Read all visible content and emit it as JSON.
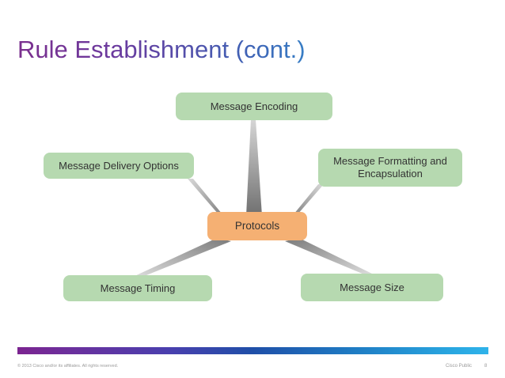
{
  "slide": {
    "title": "Rule Establishment (cont.)",
    "title_gradient_from": "#7b2f8e",
    "title_gradient_to": "#3aa6e0",
    "background": "#ffffff"
  },
  "diagram": {
    "type": "radial-hub-and-spoke",
    "center": {
      "label": "Protocols",
      "color": "#f5b073"
    },
    "node_color": "#b6d9b0",
    "connector_color": "#9a9a9a",
    "nodes": [
      {
        "id": "encoding",
        "label": "Message Encoding"
      },
      {
        "id": "delivery",
        "label": "Message Delivery Options"
      },
      {
        "id": "formatting",
        "label": "Message Formatting and Encapsulation"
      },
      {
        "id": "timing",
        "label": "Message Timing"
      },
      {
        "id": "size",
        "label": "Message Size"
      }
    ]
  },
  "footer": {
    "copyright": "© 2013 Cisco and/or its affiliates. All rights reserved.",
    "confidentiality": "Cisco Public",
    "page_number": "8",
    "bar_gradient_from": "#7b2490",
    "bar_gradient_to": "#2fb3ea"
  }
}
